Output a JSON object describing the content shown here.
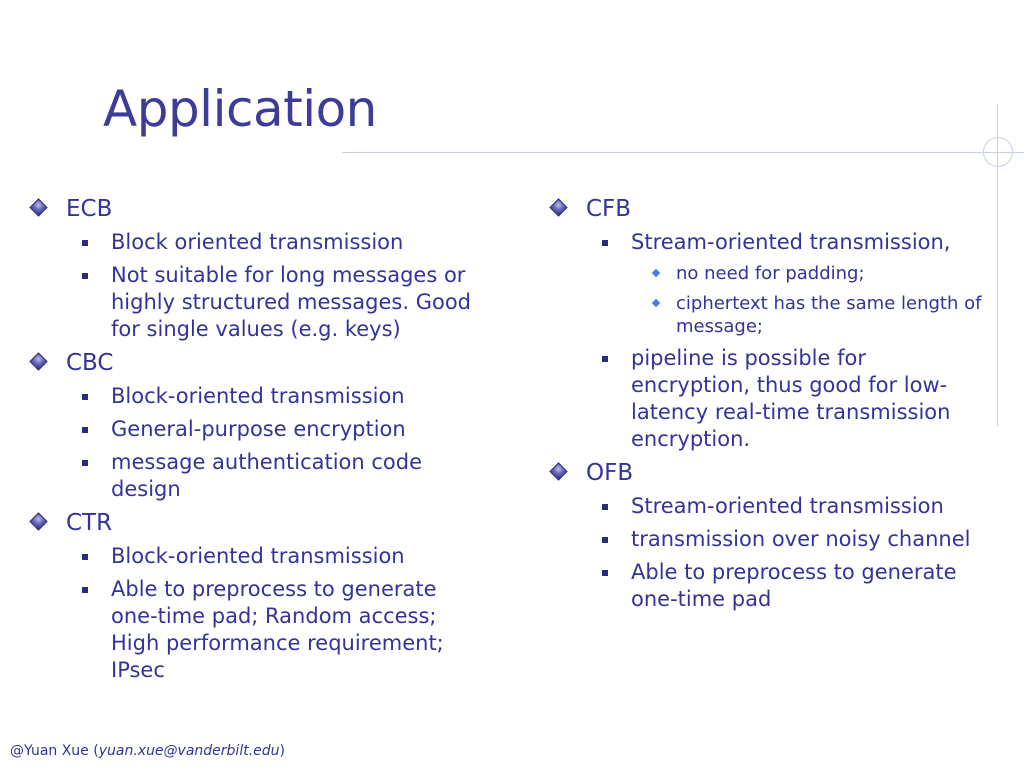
{
  "slide": {
    "title": "Application",
    "left_column": [
      {
        "heading": "ECB",
        "items": [
          {
            "text": "Block oriented transmission"
          },
          {
            "text": "Not suitable for long messages or highly structured messages. Good for single values (e.g. keys)"
          }
        ]
      },
      {
        "heading": "CBC",
        "items": [
          {
            "text": "Block-oriented transmission"
          },
          {
            "text": "General-purpose encryption"
          },
          {
            "text": "message authentication code design"
          }
        ]
      },
      {
        "heading": "CTR",
        "items": [
          {
            "text": "Block-oriented transmission"
          },
          {
            "text": "Able to preprocess to generate one-time pad; Random access; High performance requirement; IPsec"
          }
        ]
      }
    ],
    "right_column": [
      {
        "heading": "CFB",
        "items": [
          {
            "text": "Stream-oriented transmission,",
            "subitems": [
              "no need for padding;",
              "ciphertext has the same length of message;"
            ]
          },
          {
            "text": "pipeline is possible for encryption, thus good for low-latency real-time transmission encryption."
          }
        ]
      },
      {
        "heading": "OFB",
        "items": [
          {
            "text": "Stream-oriented transmission"
          },
          {
            "text": "transmission over noisy channel"
          },
          {
            "text": "Able to preprocess to generate one-time pad"
          }
        ]
      }
    ],
    "footer": {
      "prefix": "@Yuan Xue (",
      "email": "yuan.xue@vanderbilt.edu",
      "suffix": ")"
    }
  }
}
